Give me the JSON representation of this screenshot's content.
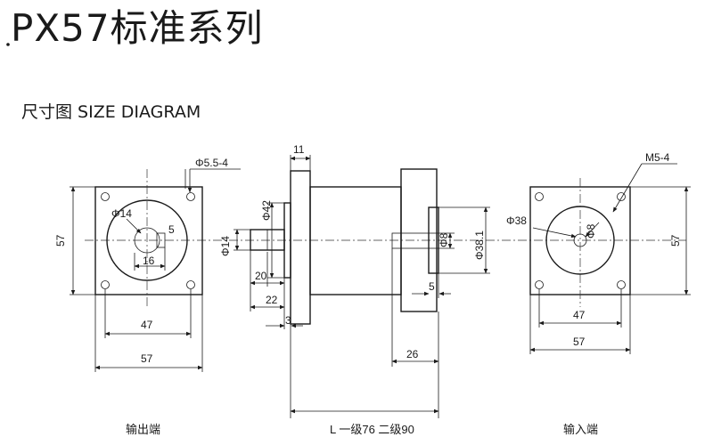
{
  "title": "PX57标准系列",
  "subtitle": "尺寸图 SIZE DIAGRAM",
  "output_view": {
    "caption": "输出端",
    "hole_callout": "Φ5.5-4",
    "bore": "Φ14",
    "key_width": "5",
    "key_height": "16",
    "side": "57",
    "hole_spacing": "47",
    "width": "57"
  },
  "side_view": {
    "flange_thickness": "11",
    "pilot_dia": "Φ42",
    "shaft_dia": "Φ14",
    "key_length": "20",
    "shaft_length": "22",
    "pilot_depth": "3",
    "input_bore": "Φ8",
    "input_pilot": "Φ38.1",
    "input_pilot_depth": "5",
    "input_length": "26",
    "length_note": "L 一级76 二级90"
  },
  "input_view": {
    "caption": "输入端",
    "screw_callout": "M5-4",
    "pilot": "Φ38",
    "bore": "Φ8",
    "side": "57",
    "hole_spacing": "47",
    "width": "57"
  }
}
